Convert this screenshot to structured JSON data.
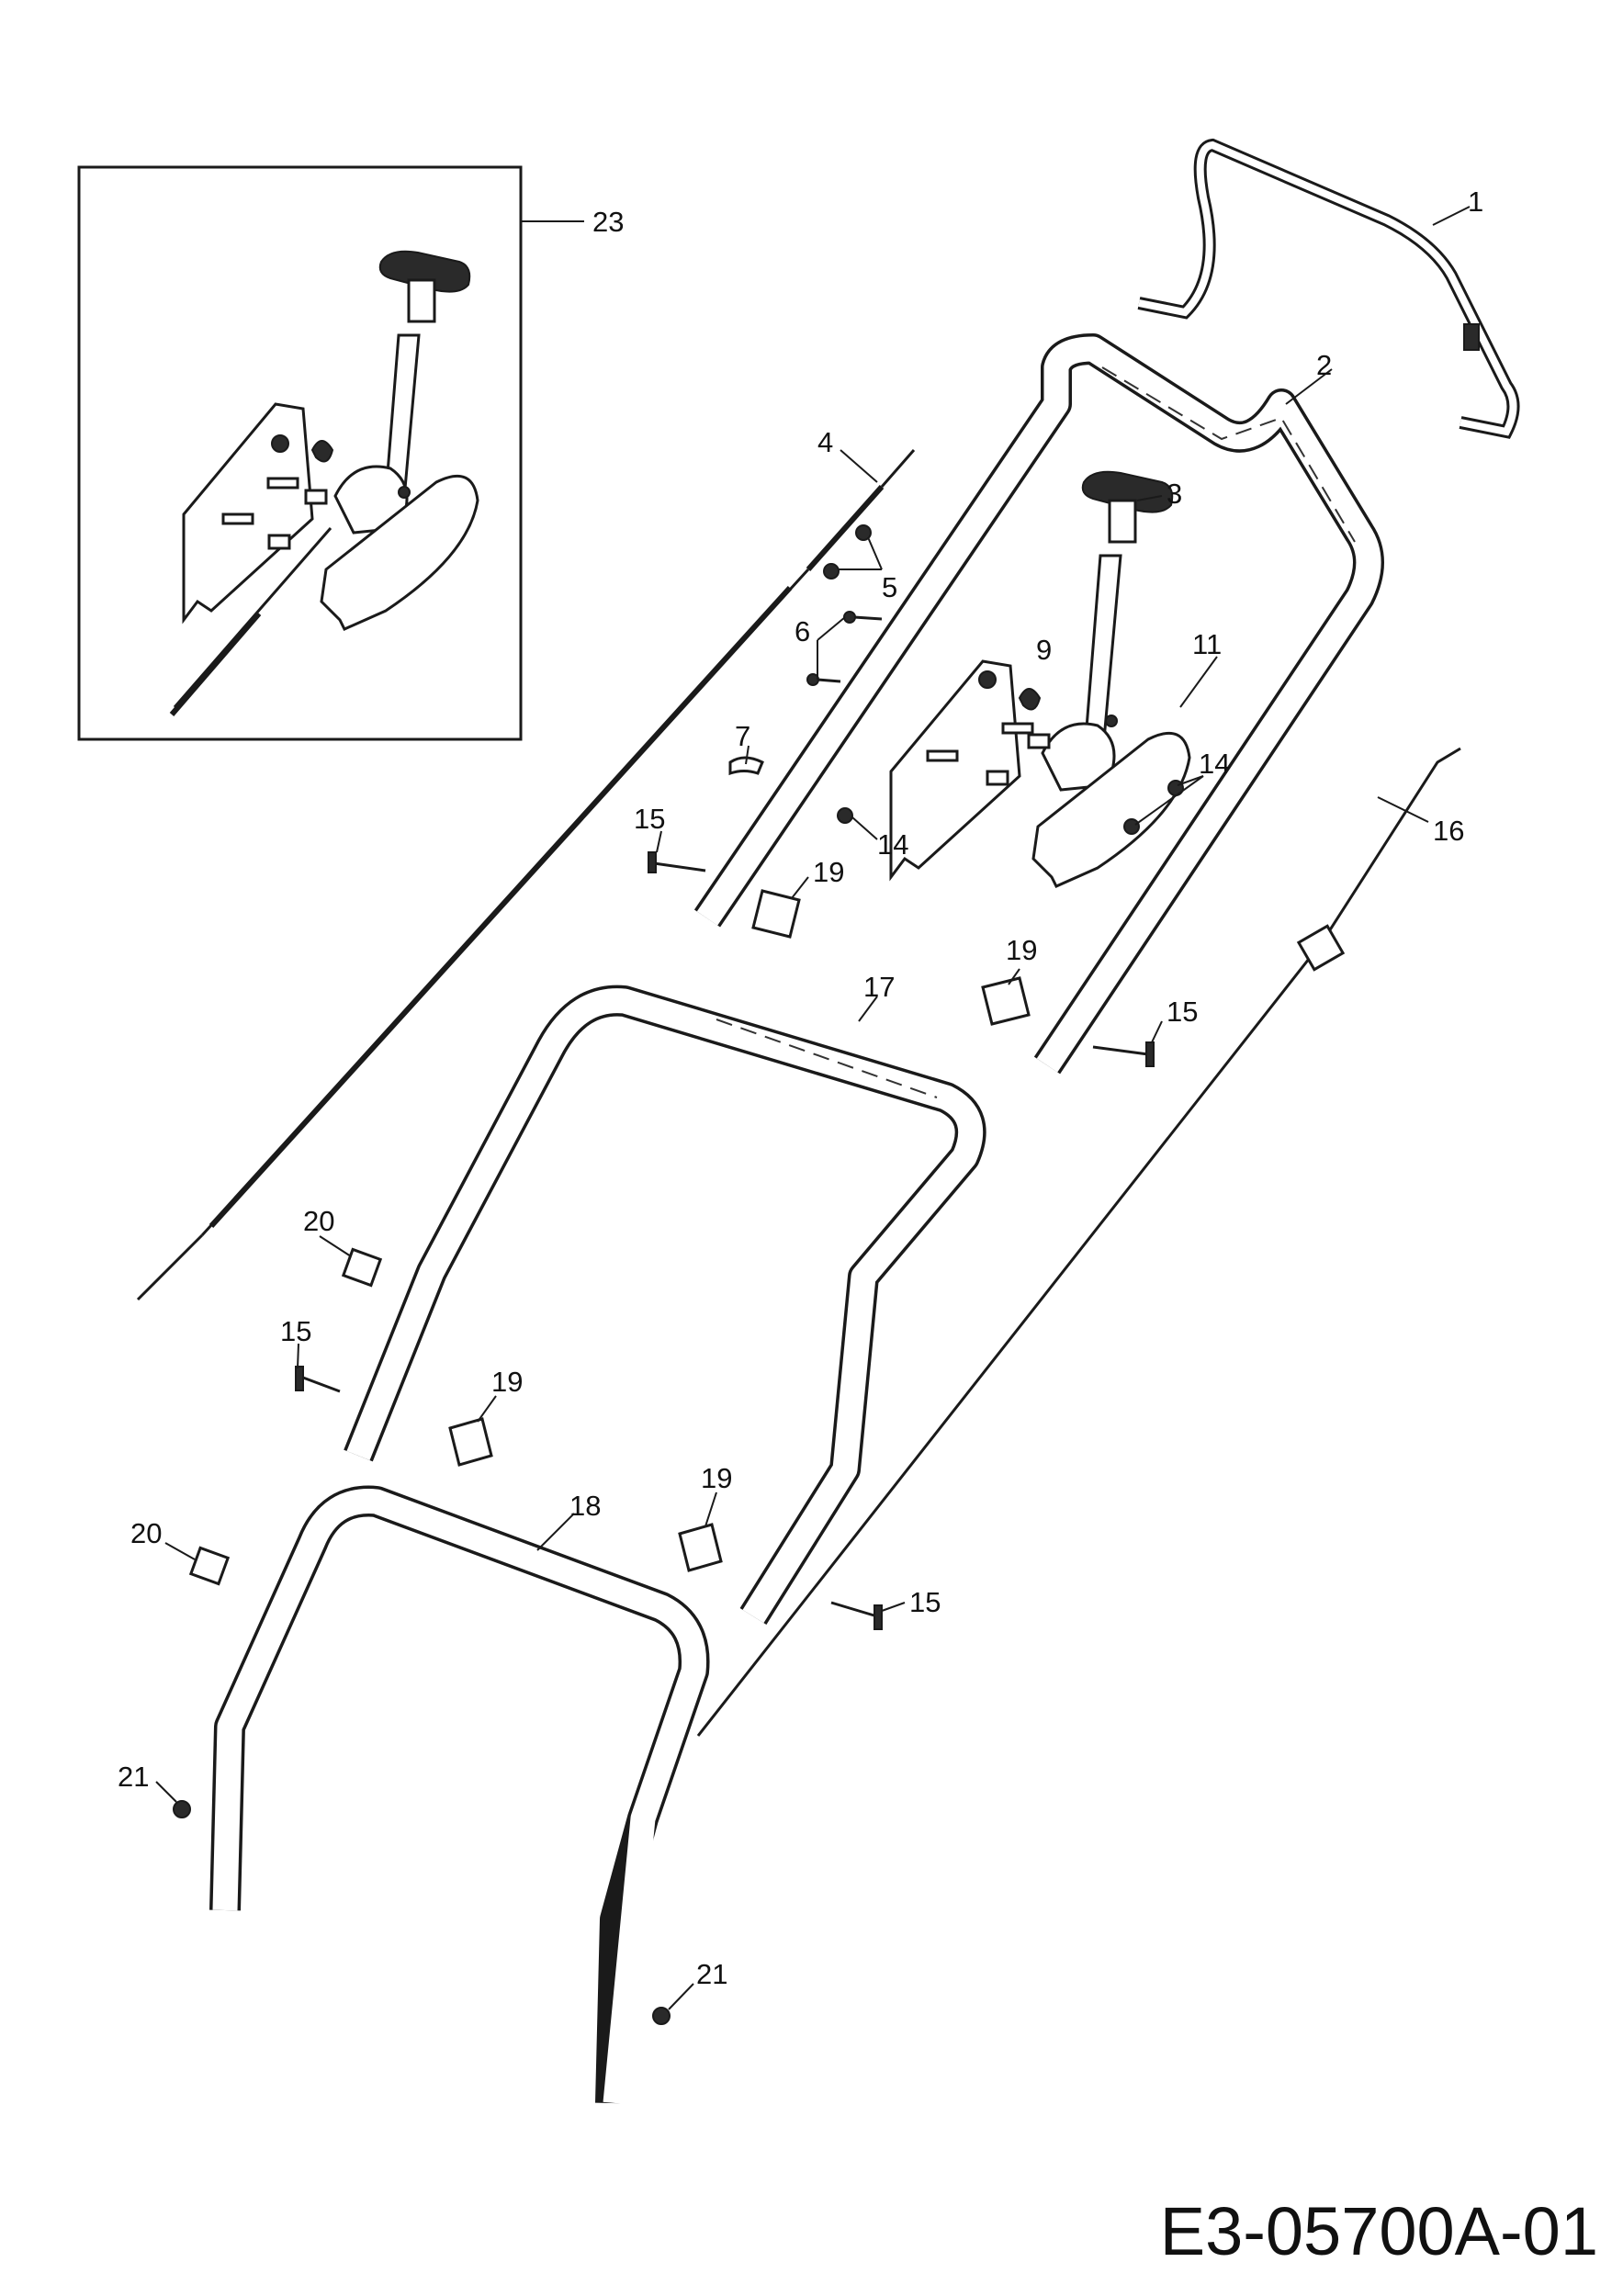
{
  "diagram_code": "E3-05700A-01",
  "callouts": [
    {
      "id": "1",
      "text": "1"
    },
    {
      "id": "2",
      "text": "2"
    },
    {
      "id": "3",
      "text": "3"
    },
    {
      "id": "4",
      "text": "4"
    },
    {
      "id": "5",
      "text": "5"
    },
    {
      "id": "6",
      "text": "6"
    },
    {
      "id": "7",
      "text": "7"
    },
    {
      "id": "9",
      "text": "9"
    },
    {
      "id": "11",
      "text": "11"
    },
    {
      "id": "14a",
      "text": "14"
    },
    {
      "id": "14b",
      "text": "14"
    },
    {
      "id": "15a",
      "text": "15"
    },
    {
      "id": "15b",
      "text": "15"
    },
    {
      "id": "15c",
      "text": "15"
    },
    {
      "id": "15d",
      "text": "15"
    },
    {
      "id": "16",
      "text": "16"
    },
    {
      "id": "17",
      "text": "17"
    },
    {
      "id": "18",
      "text": "18"
    },
    {
      "id": "19a",
      "text": "19"
    },
    {
      "id": "19b",
      "text": "19"
    },
    {
      "id": "19c",
      "text": "19"
    },
    {
      "id": "19d",
      "text": "19"
    },
    {
      "id": "20a",
      "text": "20"
    },
    {
      "id": "20b",
      "text": "20"
    },
    {
      "id": "21a",
      "text": "21"
    },
    {
      "id": "21b",
      "text": "21"
    },
    {
      "id": "23",
      "text": "23"
    }
  ]
}
